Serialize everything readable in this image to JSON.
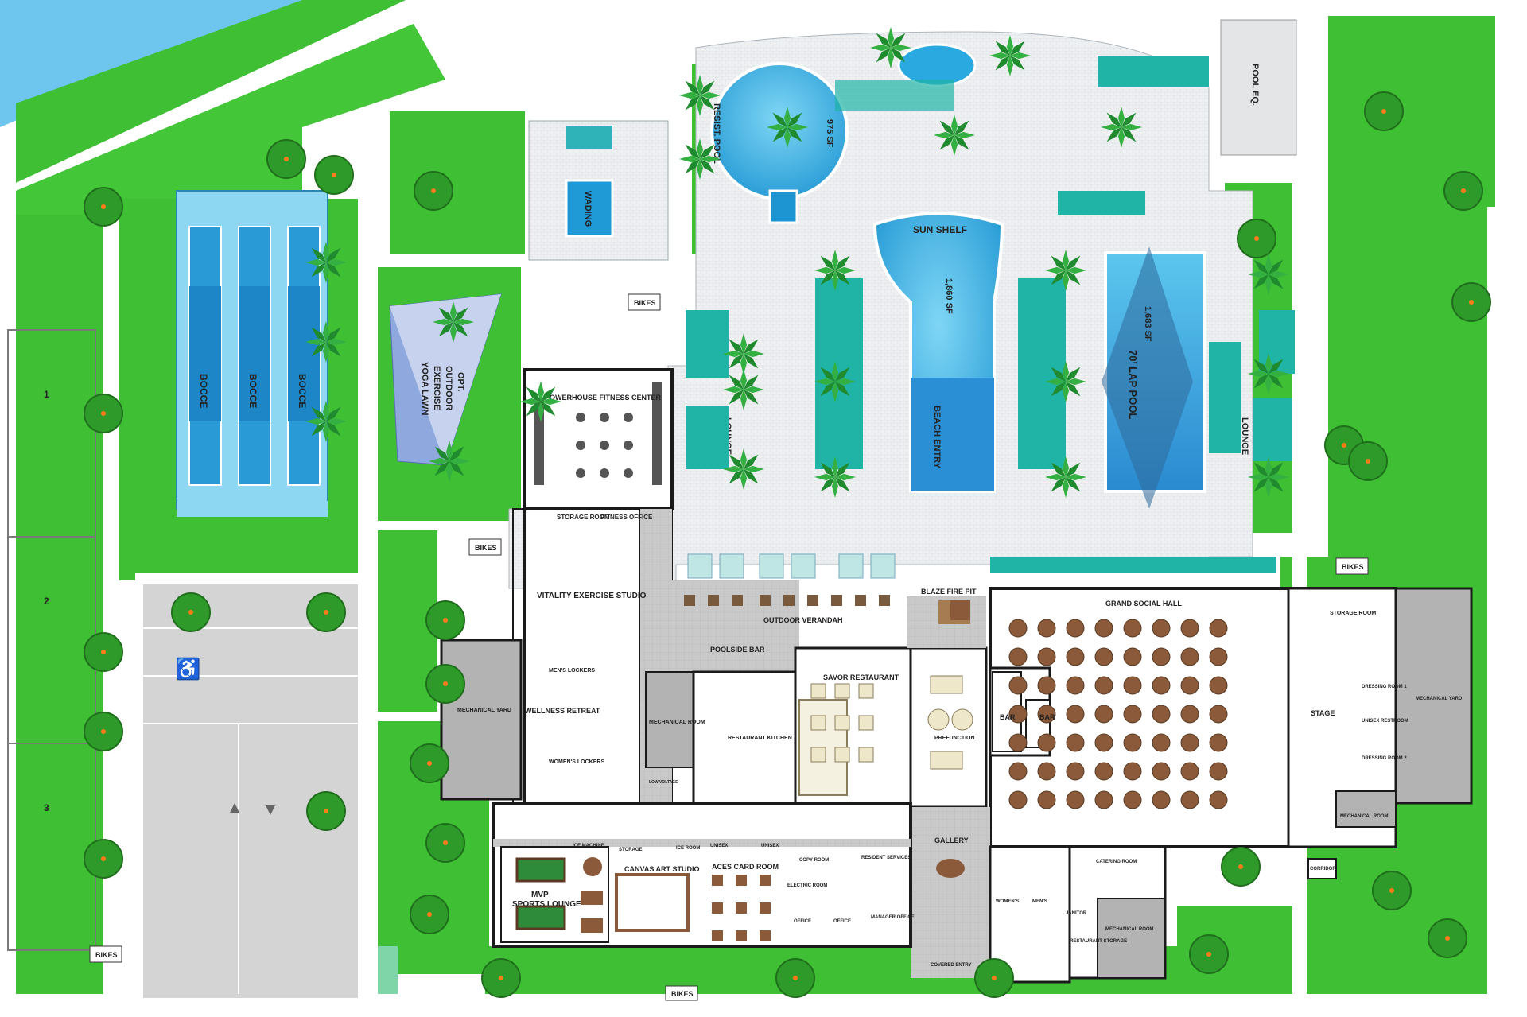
{
  "labels": {
    "pool_eq": "POOL EQ.",
    "resist_pool_name": "RESIST. POOL",
    "resist_pool_area": "975 SF",
    "wading": "WADING",
    "sun_shelf": "SUN SHELF",
    "beach_area": "1,860 SF",
    "beach_entry": "BEACH ENTRY",
    "lap_area": "1,683 SF",
    "lap_pool": "70' LAP POOL",
    "bocce_1": "BOCCE",
    "bocce_2": "BOCCE",
    "bocce_3": "BOCCE",
    "yoga_1": "OPT.",
    "yoga_2": "OUTDOOR",
    "yoga_3": "EXERCISE",
    "yoga_4": "YOGA LAWN",
    "lounge_left": "LOUNGE",
    "lounge_right": "LOUNGE",
    "bikes": "BIKES",
    "parking_1": "1",
    "parking_2": "2",
    "parking_3": "3",
    "fitness_center": "POWERHOUSE FITNESS CENTER",
    "storage_room": "STORAGE ROOM",
    "fitness_office": "FITNESS OFFICE",
    "vitality": "VITALITY EXERCISE STUDIO",
    "blaze": "BLAZE FIRE PIT",
    "verandah": "OUTDOOR VERANDAH",
    "poolside_bar": "POOLSIDE BAR",
    "grand_hall": "GRAND SOCIAL HALL",
    "storage_room_2": "STORAGE ROOM",
    "mens_lockers": "MEN'S LOCKERS",
    "wellness": "WELLNESS RETREAT",
    "womens_lockers": "WOMEN'S LOCKERS",
    "mech_yard": "MECHANICAL YARD",
    "mech_room": "MECHANICAL ROOM",
    "rest_kitchen": "RESTAURANT KITCHEN",
    "savor": "SAVOR RESTAURANT",
    "prefunction": "PREFUNCTION",
    "bar": "BAR",
    "bar_2": "BAR",
    "stage": "STAGE",
    "dressing_1": "DRESSING ROOM 1",
    "dressing_2": "DRESSING ROOM 2",
    "unisex_restroom": "UNISEX RESTROOM",
    "mech_yard_right": "MECHANICAL YARD",
    "mech_room_right": "MECHANICAL ROOM",
    "gallery": "GALLERY",
    "covered_entry": "COVERED ENTRY",
    "corridor": "CORRIDOR",
    "catering": "CATERING ROOM",
    "womens": "WOMEN'S",
    "mens": "MEN'S",
    "janitor": "JANITOR",
    "rest_storage": "RESTAURANT STORAGE",
    "mech_room_bottom": "MECHANICAL ROOM",
    "mvp_1": "MVP",
    "mvp_2": "SPORTS LOUNGE",
    "canvas": "CANVAS ART STUDIO",
    "aces": "ACES CARD ROOM",
    "copy": "COPY ROOM",
    "resident": "RESIDENT SERVICES",
    "electric": "ELECTRIC ROOM",
    "office_1": "OFFICE",
    "office_2": "OFFICE",
    "manager": "MANAGER OFFICE",
    "ice_machine": "ICE MACHINE",
    "storage_small": "STORAGE",
    "ice_room": "ICE ROOM",
    "unisex_1": "UNISEX",
    "unisex_2": "UNISEX",
    "cove": "LOW VOLTAGE"
  },
  "colors": {
    "lawn": "#3fbf34",
    "paving": "#e9ecef",
    "water": "#2aa8e0",
    "building": "#ffffff",
    "mechanical": "#b3b3b3",
    "wall": "#1a1a1a"
  }
}
